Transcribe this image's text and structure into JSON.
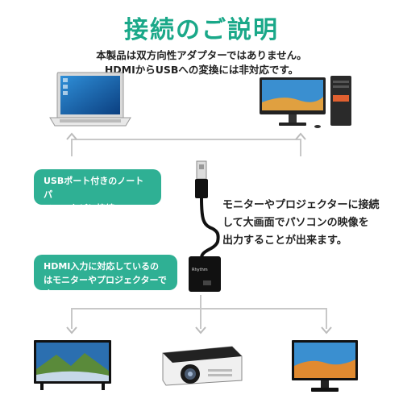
{
  "header": {
    "title": "接続のご説明",
    "line1": "本製品は双方向性アダプターではありません。",
    "line2": "HDMIからUSBへの変換には非対応です。"
  },
  "callouts": {
    "usb_line1": "USBポート付きのノートパ",
    "usb_line2": "ソコンなどに接続",
    "hdmi_line1": "HDMI入力に対応しているの",
    "hdmi_line2": "はモニターやプロジェクターです。"
  },
  "description": {
    "line1": "モニターやプロジェクターに接続",
    "line2": "して大画面でパソコンの映像を",
    "line3": "出力することが出来ます。"
  },
  "adapter": {
    "label": "Rhythm"
  },
  "colors": {
    "accent": "#1aa889",
    "callout_bg": "#2fb094"
  }
}
